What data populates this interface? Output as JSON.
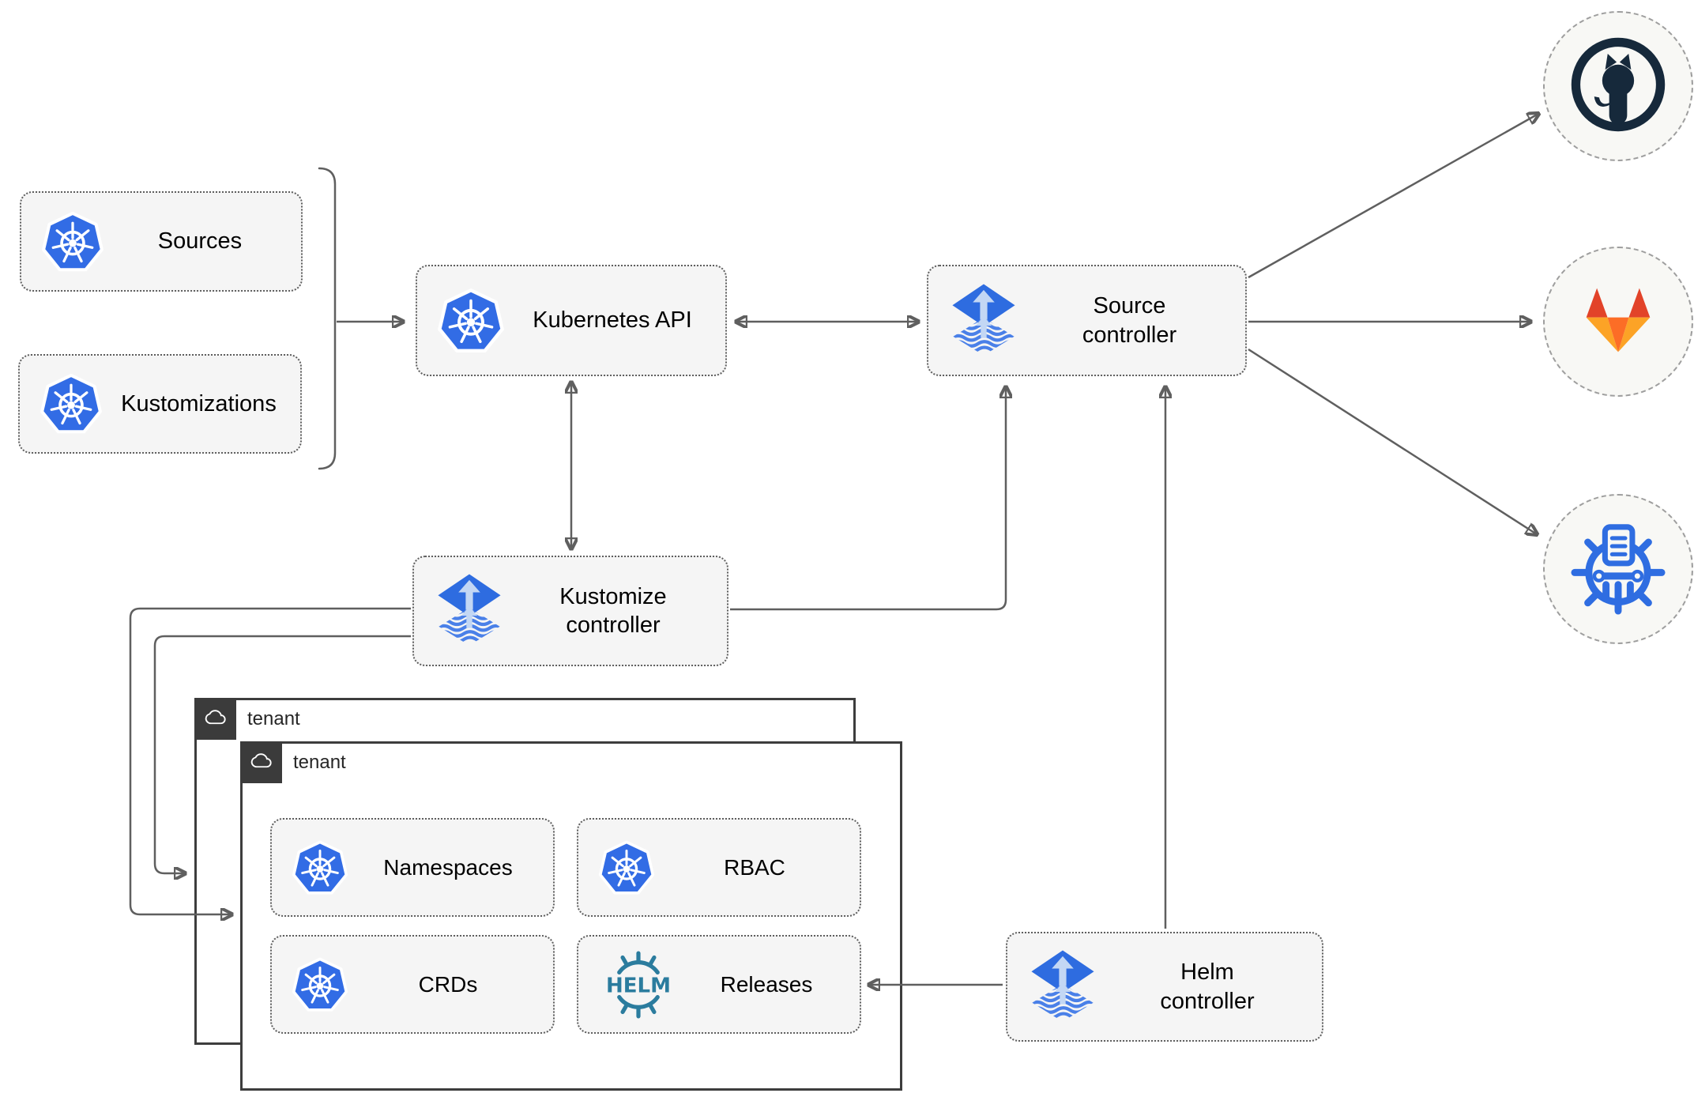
{
  "nodes": {
    "sources": {
      "label": "Sources",
      "icon": "kubernetes-icon"
    },
    "kustomizations": {
      "label": "Kustomizations",
      "icon": "kubernetes-icon"
    },
    "kubernetes_api": {
      "label": "Kubernetes API",
      "icon": "kubernetes-icon"
    },
    "source_controller": {
      "label": "Source controller",
      "icon": "flux-icon"
    },
    "kustomize_controller": {
      "label": "Kustomize controller",
      "icon": "flux-icon"
    },
    "helm_controller": {
      "label": "Helm controller",
      "icon": "flux-icon"
    },
    "namespaces": {
      "label": "Namespaces",
      "icon": "kubernetes-icon"
    },
    "rbac": {
      "label": "RBAC",
      "icon": "kubernetes-icon"
    },
    "crds": {
      "label": "CRDs",
      "icon": "kubernetes-icon"
    },
    "releases": {
      "label": "Releases",
      "icon": "helm-icon",
      "icon_text": "HELM"
    }
  },
  "groups": {
    "outer_tenant": {
      "label": "tenant",
      "icon": "cloud-icon"
    },
    "inner_tenant": {
      "label": "tenant",
      "icon": "cloud-icon"
    }
  },
  "remotes": [
    {
      "name": "github",
      "icon": "github-icon"
    },
    {
      "name": "gitlab",
      "icon": "gitlab-icon"
    },
    {
      "name": "helm-repository",
      "icon": "helm-repository-icon"
    }
  ],
  "colors": {
    "kubernetes_blue": "#326ce5",
    "flux_blue": "#2e6ce0",
    "flux_light": "#c3d7f4",
    "flux_wave": "#4a80e8",
    "helm_teal": "#2b7c9e",
    "github_dark": "#16293b",
    "gitlab_red": "#e24329",
    "gitlab_orange": "#fc6d26",
    "gitlab_yellow": "#fca326",
    "box_fill": "#f5f5f5",
    "connector_gray": "#5f5f5f"
  }
}
